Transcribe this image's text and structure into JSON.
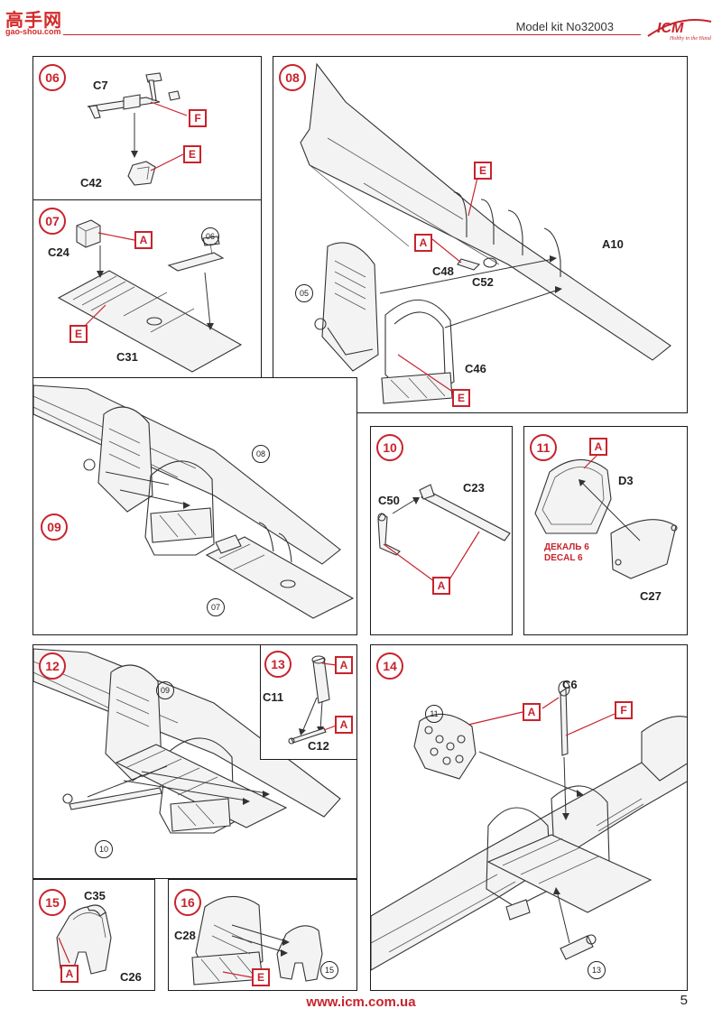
{
  "header": {
    "watermark": "高手网",
    "watermark_sub": "gao-shou.com",
    "model_kit": "Model kit No32003",
    "brand": "ICM",
    "brand_tagline": "Hobby in the Hand"
  },
  "colors": {
    "accent": "#c8232c",
    "ink": "#222222"
  },
  "steps": {
    "s06": {
      "badge": "06",
      "parts": [
        "C7",
        "C42"
      ],
      "codes": [
        "F",
        "E"
      ]
    },
    "s07": {
      "badge": "07",
      "parts": [
        "C24",
        "C31"
      ],
      "codes": [
        "A",
        "E"
      ],
      "ref": "06"
    },
    "s08": {
      "badge": "08",
      "parts": [
        "A10",
        "C48",
        "C52",
        "C46"
      ],
      "codes": [
        "E",
        "A",
        "E"
      ],
      "ref": "05"
    },
    "s09": {
      "badge": "09",
      "refs": [
        "08",
        "07"
      ]
    },
    "s10": {
      "badge": "10",
      "parts": [
        "C50",
        "C23"
      ],
      "codes": [
        "A"
      ]
    },
    "s11": {
      "badge": "11",
      "parts": [
        "D3",
        "C27"
      ],
      "codes": [
        "A"
      ],
      "decal_ru": "ДЕКАЛЬ 6",
      "decal_en": "DECAL 6"
    },
    "s12": {
      "badge": "12",
      "refs": [
        "09",
        "10"
      ]
    },
    "s13": {
      "badge": "13",
      "parts": [
        "C11",
        "C12"
      ],
      "codes": [
        "A",
        "A"
      ]
    },
    "s14": {
      "badge": "14",
      "parts": [
        "C6"
      ],
      "codes": [
        "A",
        "F"
      ],
      "refs": [
        "11",
        "13"
      ]
    },
    "s15": {
      "badge": "15",
      "parts": [
        "C35",
        "C26"
      ],
      "codes": [
        "A"
      ]
    },
    "s16": {
      "badge": "16",
      "parts": [
        "C28"
      ],
      "codes": [
        "E"
      ],
      "ref": "15"
    }
  },
  "footer": {
    "website": "www.icm.com.ua",
    "page_number": "5"
  }
}
